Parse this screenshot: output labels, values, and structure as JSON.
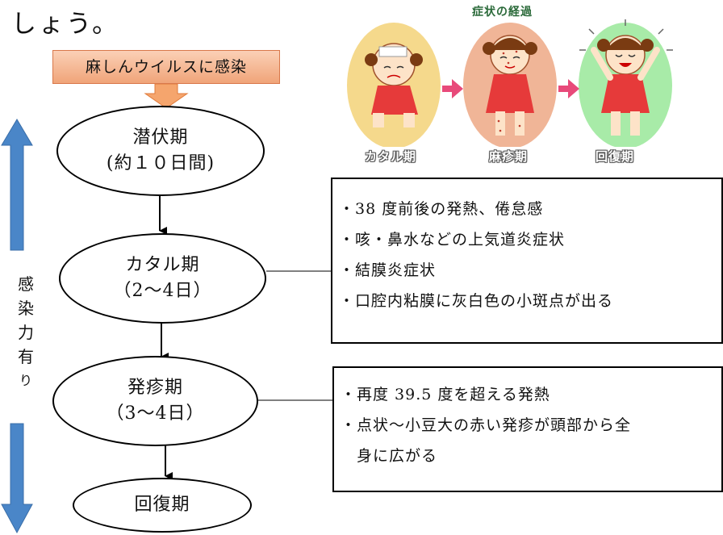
{
  "intro_text": "しょう。",
  "infection_label": "麻しんウイルスに感染",
  "stages": [
    {
      "name": "潜伏期",
      "duration": "(約１０日間)"
    },
    {
      "name": "カタル期",
      "duration": "（2～4日）"
    },
    {
      "name": "発疹期",
      "duration": "（3～4日）"
    },
    {
      "name": "回復期",
      "duration": ""
    }
  ],
  "infectious_label": [
    "感",
    "染",
    "力",
    "有",
    "り"
  ],
  "catarrhal_symptoms": [
    "・38 度前後の発熱、倦怠感",
    "・咳・鼻水などの上気道炎症状",
    "・結膜炎症状",
    "・口腔内粘膜に灰白色の小斑点が出る"
  ],
  "rash_symptoms": [
    "・再度 39.5 度を超える発熱",
    "・点状～小豆大の赤い発疹が頭部から全",
    "　身に広がる"
  ],
  "illustration": {
    "title": "症状の経過",
    "labels": [
      "カタル期",
      "麻疹期",
      "回復期"
    ]
  },
  "colors": {
    "infection_fill": "#f5b690",
    "infectious_arrow": "#4a86c8",
    "catarrhal_bg": "#f5d98c",
    "rash_bg": "#f0b597",
    "recovery_bg": "#a8eba8"
  }
}
